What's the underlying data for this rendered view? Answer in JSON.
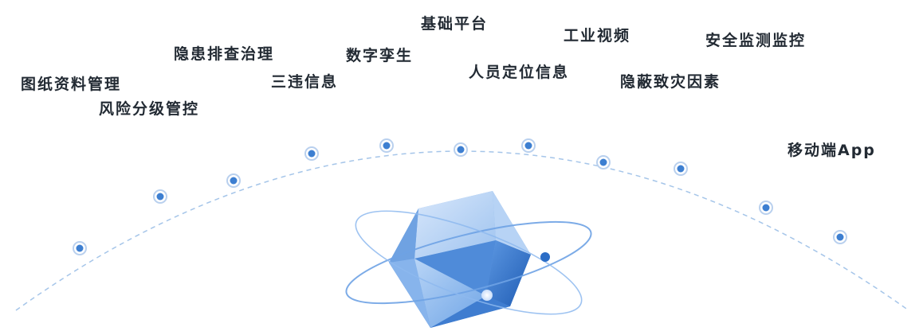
{
  "modules": [
    {
      "label": "图纸资料管理"
    },
    {
      "label": "风险分级管控"
    },
    {
      "label": "隐患排查治理"
    },
    {
      "label": "三违信息"
    },
    {
      "label": "数字孪生"
    },
    {
      "label": "基础平台"
    },
    {
      "label": "人员定位信息"
    },
    {
      "label": "工业视频"
    },
    {
      "label": "隐蔽致灾因素"
    },
    {
      "label": "安全监测监控"
    },
    {
      "label": "移动端App"
    }
  ],
  "colors": {
    "node": "#3d7fd1",
    "stem": "#aac4e6",
    "arc": "#8fb6e4",
    "text": "#222a33"
  }
}
